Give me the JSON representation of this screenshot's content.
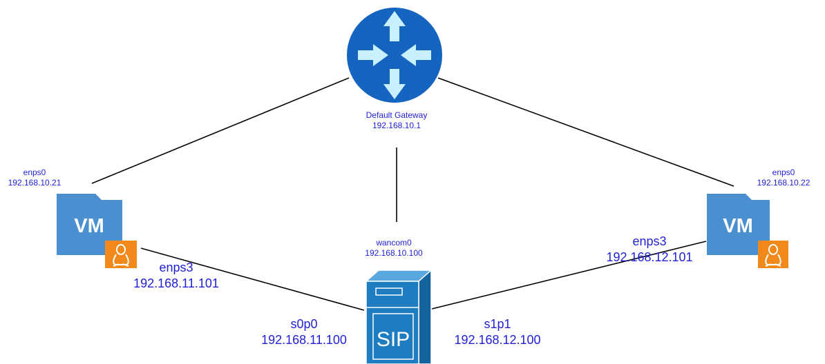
{
  "gateway": {
    "name": "Default Gateway",
    "ip": "192.168.10.1",
    "icon": "router-icon"
  },
  "vm_left": {
    "badge": "VM",
    "icon": "linux-tux-icon",
    "mgmt_if": "enps0",
    "mgmt_ip": "192.168.10.21",
    "data_if": "enps3",
    "data_ip": "192.168.11.101"
  },
  "vm_right": {
    "badge": "VM",
    "icon": "linux-tux-icon",
    "mgmt_if": "enps0",
    "mgmt_ip": "192.168.10.22",
    "data_if": "enps3",
    "data_ip": "192.168.12.101"
  },
  "sbc": {
    "icon": "sip-server-icon",
    "badge": "SIP",
    "mgmt_if": "wancom0",
    "mgmt_ip": "192.168.10.100",
    "left_if": "s0p0",
    "left_ip": "192.168.11.100",
    "right_if": "s1p1",
    "right_ip": "192.168.12.100"
  },
  "colors": {
    "label": "#1f1fd6",
    "router_blue": "#1565c0",
    "router_arrow": "#c8f0ff",
    "vm_blue": "#4a8fd0",
    "linux_orange": "#f28a1b",
    "server_blue": "#1e7dc1",
    "link": "#000000"
  }
}
